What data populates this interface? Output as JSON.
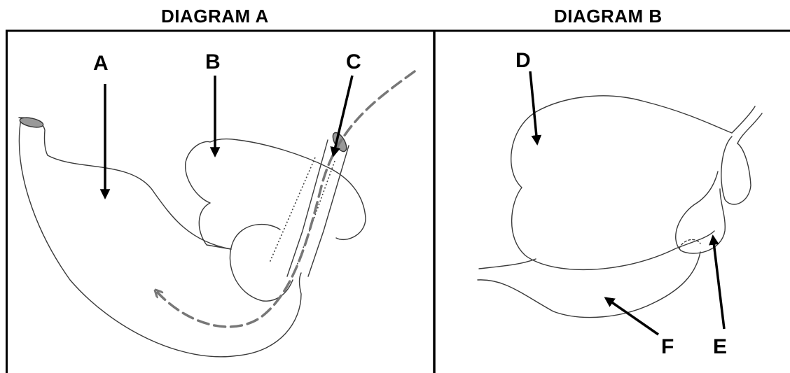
{
  "titles": {
    "diagram_a": "DIAGRAM A",
    "diagram_b": "DIAGRAM B"
  },
  "labels": {
    "a": "A",
    "b": "B",
    "c": "C",
    "d": "D",
    "e": "E",
    "f": "F"
  }
}
